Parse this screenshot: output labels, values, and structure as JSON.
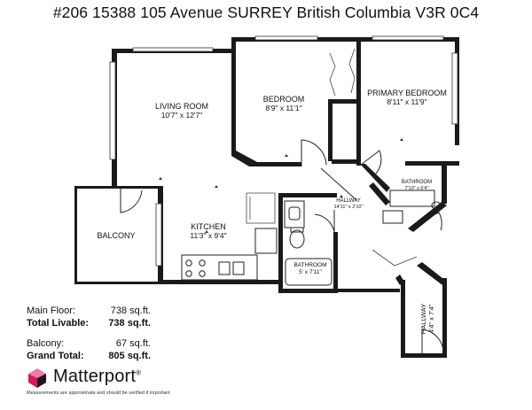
{
  "listing": {
    "address": "#206 15388 105 Avenue SURREY British Columbia V3R 0C4"
  },
  "rooms": {
    "living": {
      "name": "LIVING ROOM",
      "dims": "10'7\" x 12'7\""
    },
    "bedroom": {
      "name": "BEDROOM",
      "dims": "8'9\" x 11'1\""
    },
    "primary": {
      "name": "PRIMARY BEDROOM",
      "dims": "8'11\" x 11'9\""
    },
    "kitchen": {
      "name": "KITCHEN",
      "dims": "11'3\" x 9'4\""
    },
    "balcony": {
      "name": "BALCONY"
    },
    "bath_main": {
      "name": "BATHROOM",
      "dims": "5' x 7'11\""
    },
    "bath_ensuite": {
      "name": "BATHROOM",
      "dims": "7'10\" x 6'4\""
    },
    "hall_center": {
      "name": "HALLWAY",
      "dims": "14'11\" x 2'10\""
    },
    "hall_entry": {
      "name": "HALLWAY",
      "dims": "4'4\" x 7'4\""
    }
  },
  "areas": {
    "main_floor": {
      "label": "Main Floor:",
      "value": "738 sq.ft."
    },
    "total_livable": {
      "label": "Total Livable:",
      "value": "738 sq.ft."
    },
    "balcony": {
      "label": "Balcony:",
      "value": "67 sq.ft."
    },
    "grand_total": {
      "label": "Grand Total:",
      "value": "805 sq.ft."
    }
  },
  "brand": {
    "name": "Matterport",
    "registered": "®",
    "disclaimer": "Measurements are approximate and should be verified if important",
    "logo_icon": "matterport-cube-icon",
    "colors": {
      "magenta": "#d31a5c",
      "dark": "#1a1a1a",
      "light": "#f07aa3"
    }
  }
}
